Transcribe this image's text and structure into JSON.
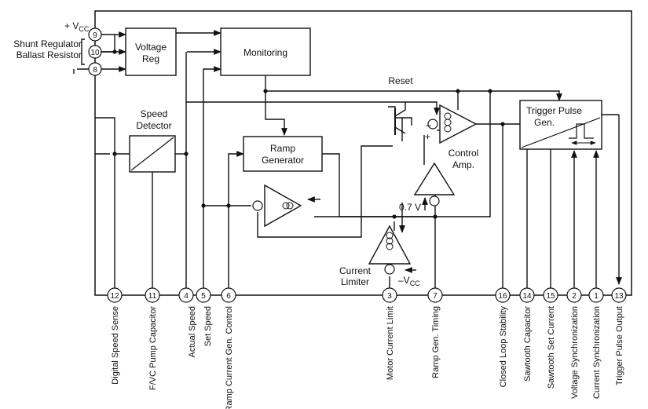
{
  "supply": {
    "vcc": "+ V",
    "vcc_sub": "CC",
    "neg_vcc": "–V",
    "neg_vcc_sub": "CC"
  },
  "left_labels": {
    "shunt_line1": "Shunt Regulator",
    "shunt_line2": "Ballast Resistor"
  },
  "blocks": {
    "voltage_reg": {
      "line1": "Voltage",
      "line2": "Reg"
    },
    "monitoring": "Monitoring",
    "speed_detector": {
      "line1": "Speed",
      "line2": "Detector"
    },
    "ramp_generator": {
      "line1": "Ramp",
      "line2": "Generator"
    },
    "trigger_pulse": {
      "line1": "Trigger Pulse",
      "line2": "Gen."
    },
    "control_amp": {
      "line1": "Control",
      "line2": "Amp."
    },
    "current_limiter": {
      "line1": "Current",
      "line2": "Limiter"
    }
  },
  "signals": {
    "reset": "Reset",
    "v07": "0.7 V",
    "minus": "–",
    "plus": "+"
  },
  "pins_left": [
    {
      "num": "9"
    },
    {
      "num": "10"
    },
    {
      "num": "8"
    }
  ],
  "pins_bottom": [
    {
      "num": "12",
      "label": "Digital Speed Sense"
    },
    {
      "num": "11",
      "label": "F/VC Pump Capacitor"
    },
    {
      "num": "4",
      "label": "Actual Speed"
    },
    {
      "num": "5",
      "label": "Set Speed"
    },
    {
      "num": "6",
      "label": "Ramp Current Gen. Control"
    },
    {
      "num": "3",
      "label": "Motor Current Limit"
    },
    {
      "num": "7",
      "label": "Ramp Gen. Timing"
    },
    {
      "num": "16",
      "label": "Closed Loop Stability"
    },
    {
      "num": "14",
      "label": "Sawtooth Capacitor"
    },
    {
      "num": "15",
      "label": "Sawtooth Set Current"
    },
    {
      "num": "2",
      "label": "Voltage Synchronization"
    },
    {
      "num": "1",
      "label": "Current Synchronization"
    },
    {
      "num": "13",
      "label": "Trigger Pulse Output"
    }
  ]
}
